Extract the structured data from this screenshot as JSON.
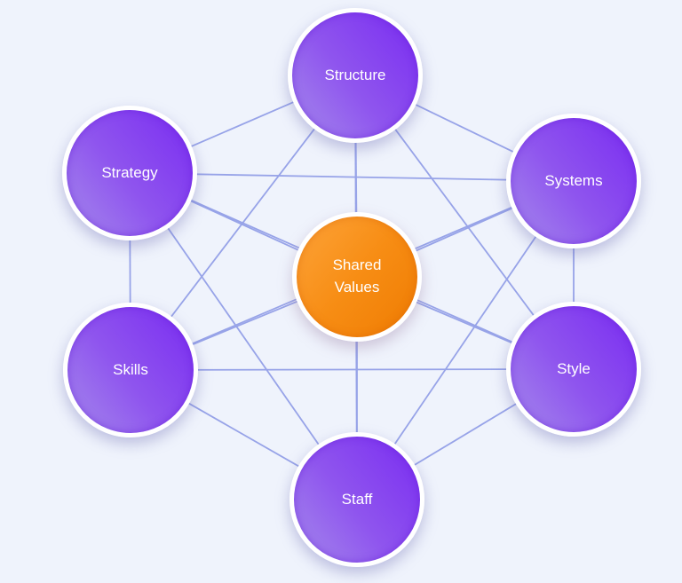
{
  "diagram": {
    "type": "network",
    "description": "7S framework style diagram: six satellite circles fully interconnected around a central hub",
    "background_color": "#EFF3FC",
    "line_color": "#97A3E8",
    "node_ring_color": "#FFFFFF",
    "node_text_color": "#FFFFFF",
    "satellite_color_light": "#A58AEC",
    "satellite_color_dark": "#7A2CF1",
    "center_color_light": "#FDA43A",
    "center_color_dark": "#EF7C02",
    "nodes": [
      {
        "id": "structure",
        "label": "Structure",
        "role": "satellite"
      },
      {
        "id": "systems",
        "label": "Systems",
        "role": "satellite"
      },
      {
        "id": "style",
        "label": "Style",
        "role": "satellite"
      },
      {
        "id": "staff",
        "label": "Staff",
        "role": "satellite"
      },
      {
        "id": "skills",
        "label": "Skills",
        "role": "satellite"
      },
      {
        "id": "strategy",
        "label": "Strategy",
        "role": "satellite"
      },
      {
        "id": "shared-values",
        "label": "Shared Values",
        "role": "center"
      }
    ],
    "edges": [
      [
        "structure",
        "systems"
      ],
      [
        "structure",
        "style"
      ],
      [
        "structure",
        "staff"
      ],
      [
        "structure",
        "skills"
      ],
      [
        "structure",
        "strategy"
      ],
      [
        "structure",
        "shared-values"
      ],
      [
        "systems",
        "style"
      ],
      [
        "systems",
        "staff"
      ],
      [
        "systems",
        "skills"
      ],
      [
        "systems",
        "strategy"
      ],
      [
        "systems",
        "shared-values"
      ],
      [
        "style",
        "staff"
      ],
      [
        "style",
        "skills"
      ],
      [
        "style",
        "strategy"
      ],
      [
        "style",
        "shared-values"
      ],
      [
        "staff",
        "skills"
      ],
      [
        "staff",
        "strategy"
      ],
      [
        "staff",
        "shared-values"
      ],
      [
        "skills",
        "strategy"
      ],
      [
        "skills",
        "shared-values"
      ],
      [
        "strategy",
        "shared-values"
      ]
    ]
  }
}
